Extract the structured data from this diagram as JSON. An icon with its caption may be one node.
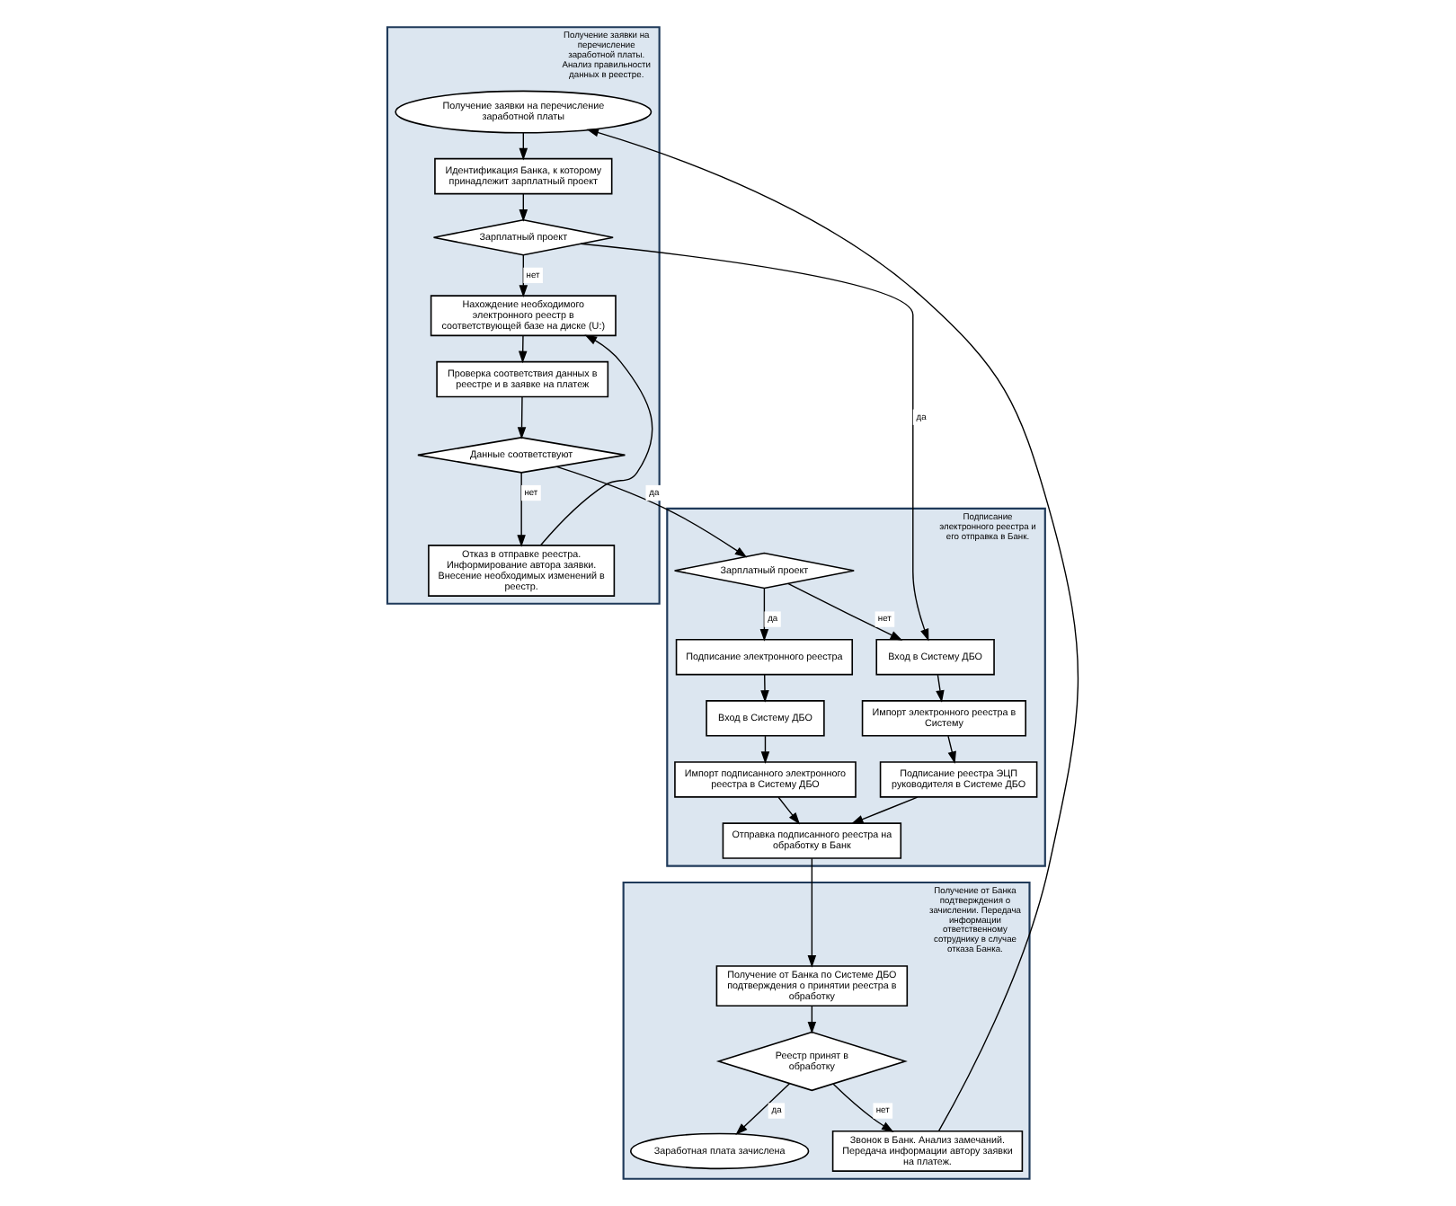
{
  "diagram": {
    "nodes": [
      {
        "text": [
          "Получение заявки на перечисление заработной платы. Анализ правильности данных в реестре."
        ]
      },
      {
        "text": [
          "Получение заявки на перечисление заработной платы"
        ],
        "in": 0
      },
      {
        "text": [
          "Идентификация Банка, к которому принадлежит зарплатный проект"
        ],
        "in": 0
      },
      {
        "text": [
          "Зарплатный проект"
        ],
        "in": 0
      },
      {
        "text": [
          "Нахождение необходимого электронного реестр в соответствующей базе на диске (U:)"
        ],
        "in": 0
      },
      {
        "text": [
          "Проверка соответствия данных в реестре и в заявке на платеж"
        ],
        "in": 0
      },
      {
        "text": [
          "Данные соответствуют"
        ],
        "in": 0
      },
      {
        "text": [
          "Отказ в отправке реестра. Информирование автора заявки. Внесение необходимых изменений в реестр."
        ],
        "in": 0
      },
      {
        "text": [
          "Подписание электронного реестра и его отправка в Банк."
        ]
      },
      {
        "text": [
          "Зарплатный проект"
        ],
        "in": 8
      },
      {
        "text": [
          "Подписание электронного реестра"
        ],
        "in": 8
      },
      {
        "text": [
          "Вход в Систему ДБО"
        ],
        "in": 8
      },
      {
        "text": [
          "Импорт подписанного электронного реестра в Систему ДБО"
        ],
        "in": 8
      },
      {
        "text": [
          "Вход в Систему ДБО"
        ],
        "in": 8
      },
      {
        "text": [
          "Импорт электронного реестра в Систему"
        ],
        "in": 8
      },
      {
        "text": [
          "Подписание реестра ЭЦП руководителя в Системе ДБО"
        ],
        "in": 8
      },
      {
        "text": [
          "Отправка подписанного реестра на обработку в Банк"
        ],
        "in": 8
      },
      {
        "text": [
          "Получение от Банка подтверждения о зачислении. Передача информации ответственному сотруднику в случае отказа Банка."
        ]
      },
      {
        "text": [
          "Получение от Банка по Системе ДБО подтверждения о принятии реестра в обработку"
        ],
        "in": 17
      },
      {
        "text": [
          "Реестр принят в обработку"
        ],
        "in": 17
      },
      {
        "text": [
          "Заработная плата зачислена"
        ],
        "in": 17
      },
      {
        "text": [
          "Звонок в Банк. Анализ замечаний. Передача информации автору заявки на платеж."
        ],
        "in": 17
      }
    ],
    "edges": [
      {
        "from": 1,
        "to": 2,
        "arrow": "to"
      },
      {
        "from": 2,
        "to": 3,
        "arrow": "to"
      },
      {
        "from": 3,
        "to": 4,
        "arrow": "to",
        "label": "нет"
      },
      {
        "from": 3,
        "to": 13,
        "arrow": "to",
        "label": "да"
      },
      {
        "from": 4,
        "to": 5,
        "arrow": "to"
      },
      {
        "from": 5,
        "to": 6,
        "arrow": "to"
      },
      {
        "from": 6,
        "to": 7,
        "arrow": "to",
        "label": "нет"
      },
      {
        "from": 7,
        "to": 4,
        "arrow": "to"
      },
      {
        "from": 6,
        "to": 9,
        "arrow": "to",
        "label": "да"
      },
      {
        "from": 9,
        "to": 10,
        "arrow": "to",
        "label": "да"
      },
      {
        "from": 9,
        "to": 13,
        "arrow": "to",
        "label": "нет"
      },
      {
        "from": 10,
        "to": 11,
        "arrow": "to"
      },
      {
        "from": 11,
        "to": 12,
        "arrow": "to"
      },
      {
        "from": 12,
        "to": 16,
        "arrow": "to"
      },
      {
        "from": 13,
        "to": 14,
        "arrow": "to"
      },
      {
        "from": 14,
        "to": 15,
        "arrow": "to"
      },
      {
        "from": 15,
        "to": 16,
        "arrow": "to"
      },
      {
        "from": 16,
        "to": 18,
        "arrow": "to"
      },
      {
        "from": 18,
        "to": 19,
        "arrow": "to"
      },
      {
        "from": 19,
        "to": 20,
        "arrow": "to",
        "label": "да"
      },
      {
        "from": 19,
        "to": 21,
        "arrow": "to",
        "label": "нет"
      },
      {
        "from": 21,
        "to": 1,
        "arrow": "to"
      }
    ]
  }
}
